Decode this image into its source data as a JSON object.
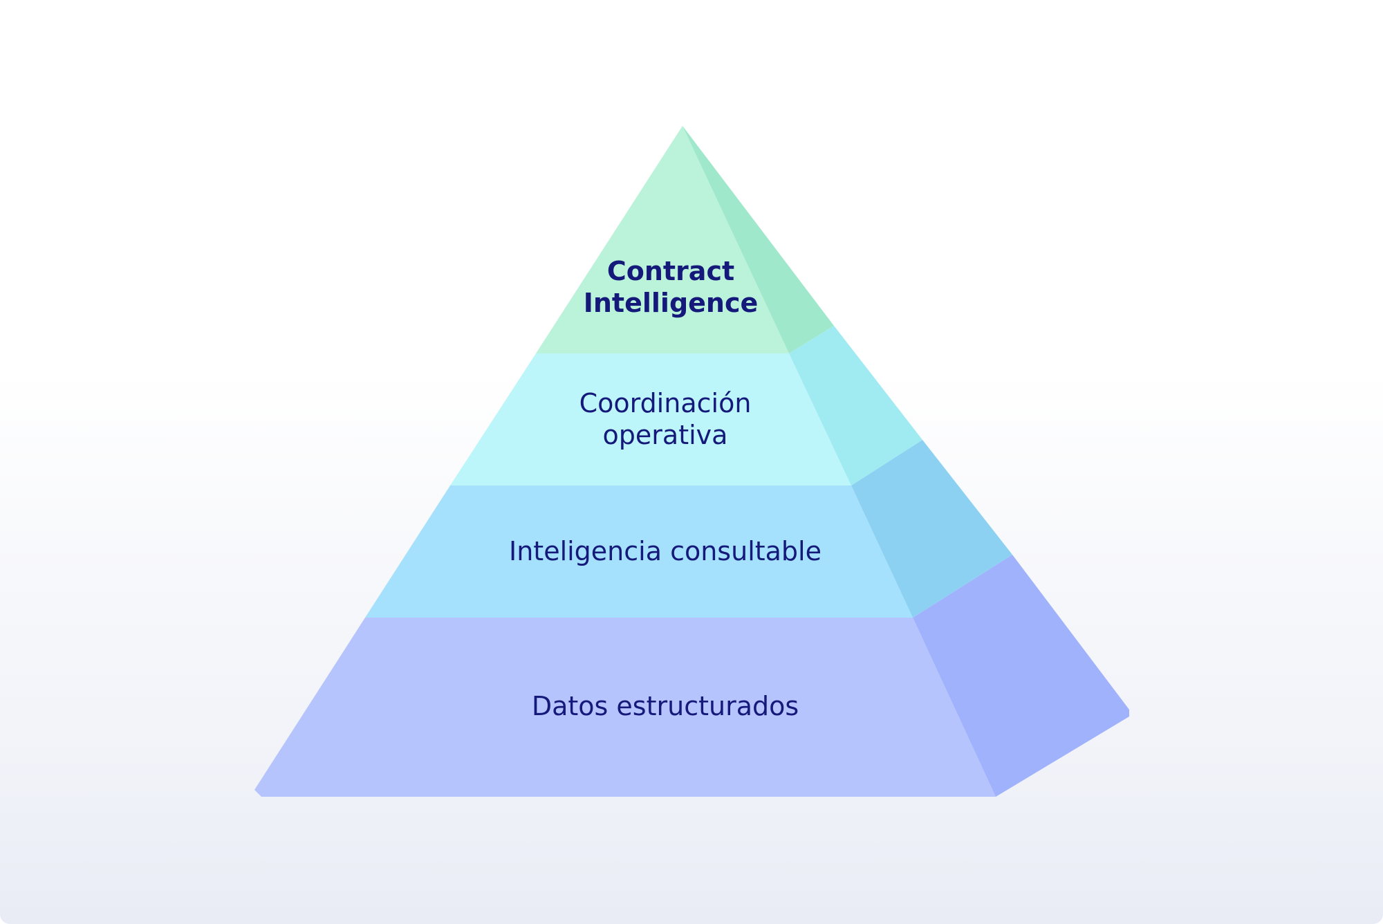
{
  "colors": {
    "accent_text": "#15197a",
    "layer_top_front": "#bbf3da",
    "layer_top_side": "#9fe8cb",
    "layer_2_front": "#bcf6fb",
    "layer_2_side": "#a0eaf1",
    "layer_3_front": "#a5e1fd",
    "layer_3_side": "#8cd1f2",
    "layer_4_front": "#b6c4fe",
    "layer_4_side": "#a1b2fd"
  },
  "pyramid": {
    "layers": [
      {
        "line1": "Contract",
        "line2": "Intelligence"
      },
      {
        "line1": "Coordinación",
        "line2": "operativa"
      },
      {
        "line1": "Inteligencia consultable"
      },
      {
        "line1": "Datos estructurados"
      }
    ]
  }
}
